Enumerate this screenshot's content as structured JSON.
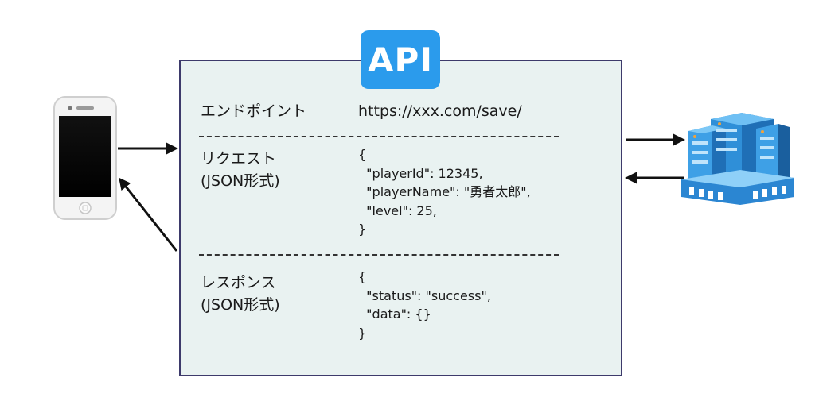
{
  "api_badge": {
    "label": "API",
    "color": "#2b9bec"
  },
  "endpoint": {
    "label": "エンドポイント",
    "url": "https://xxx.com/save/"
  },
  "request": {
    "label": "リクエスト\n(JSON形式)",
    "body": "{\n  \"playerId\": 12345,\n  \"playerName\": \"勇者太郎\",\n  \"level\": 25,\n}"
  },
  "response": {
    "label": "レスポンス\n(JSON形式)",
    "body": "{\n  \"status\": \"success\",\n  \"data\": {}\n}"
  },
  "icons": {
    "client": "smartphone-icon",
    "server": "server-building-icon"
  },
  "colors": {
    "box_fill": "#e9f2f1",
    "box_border": "#3d3a6b",
    "server_blue": "#2f8fd8"
  }
}
